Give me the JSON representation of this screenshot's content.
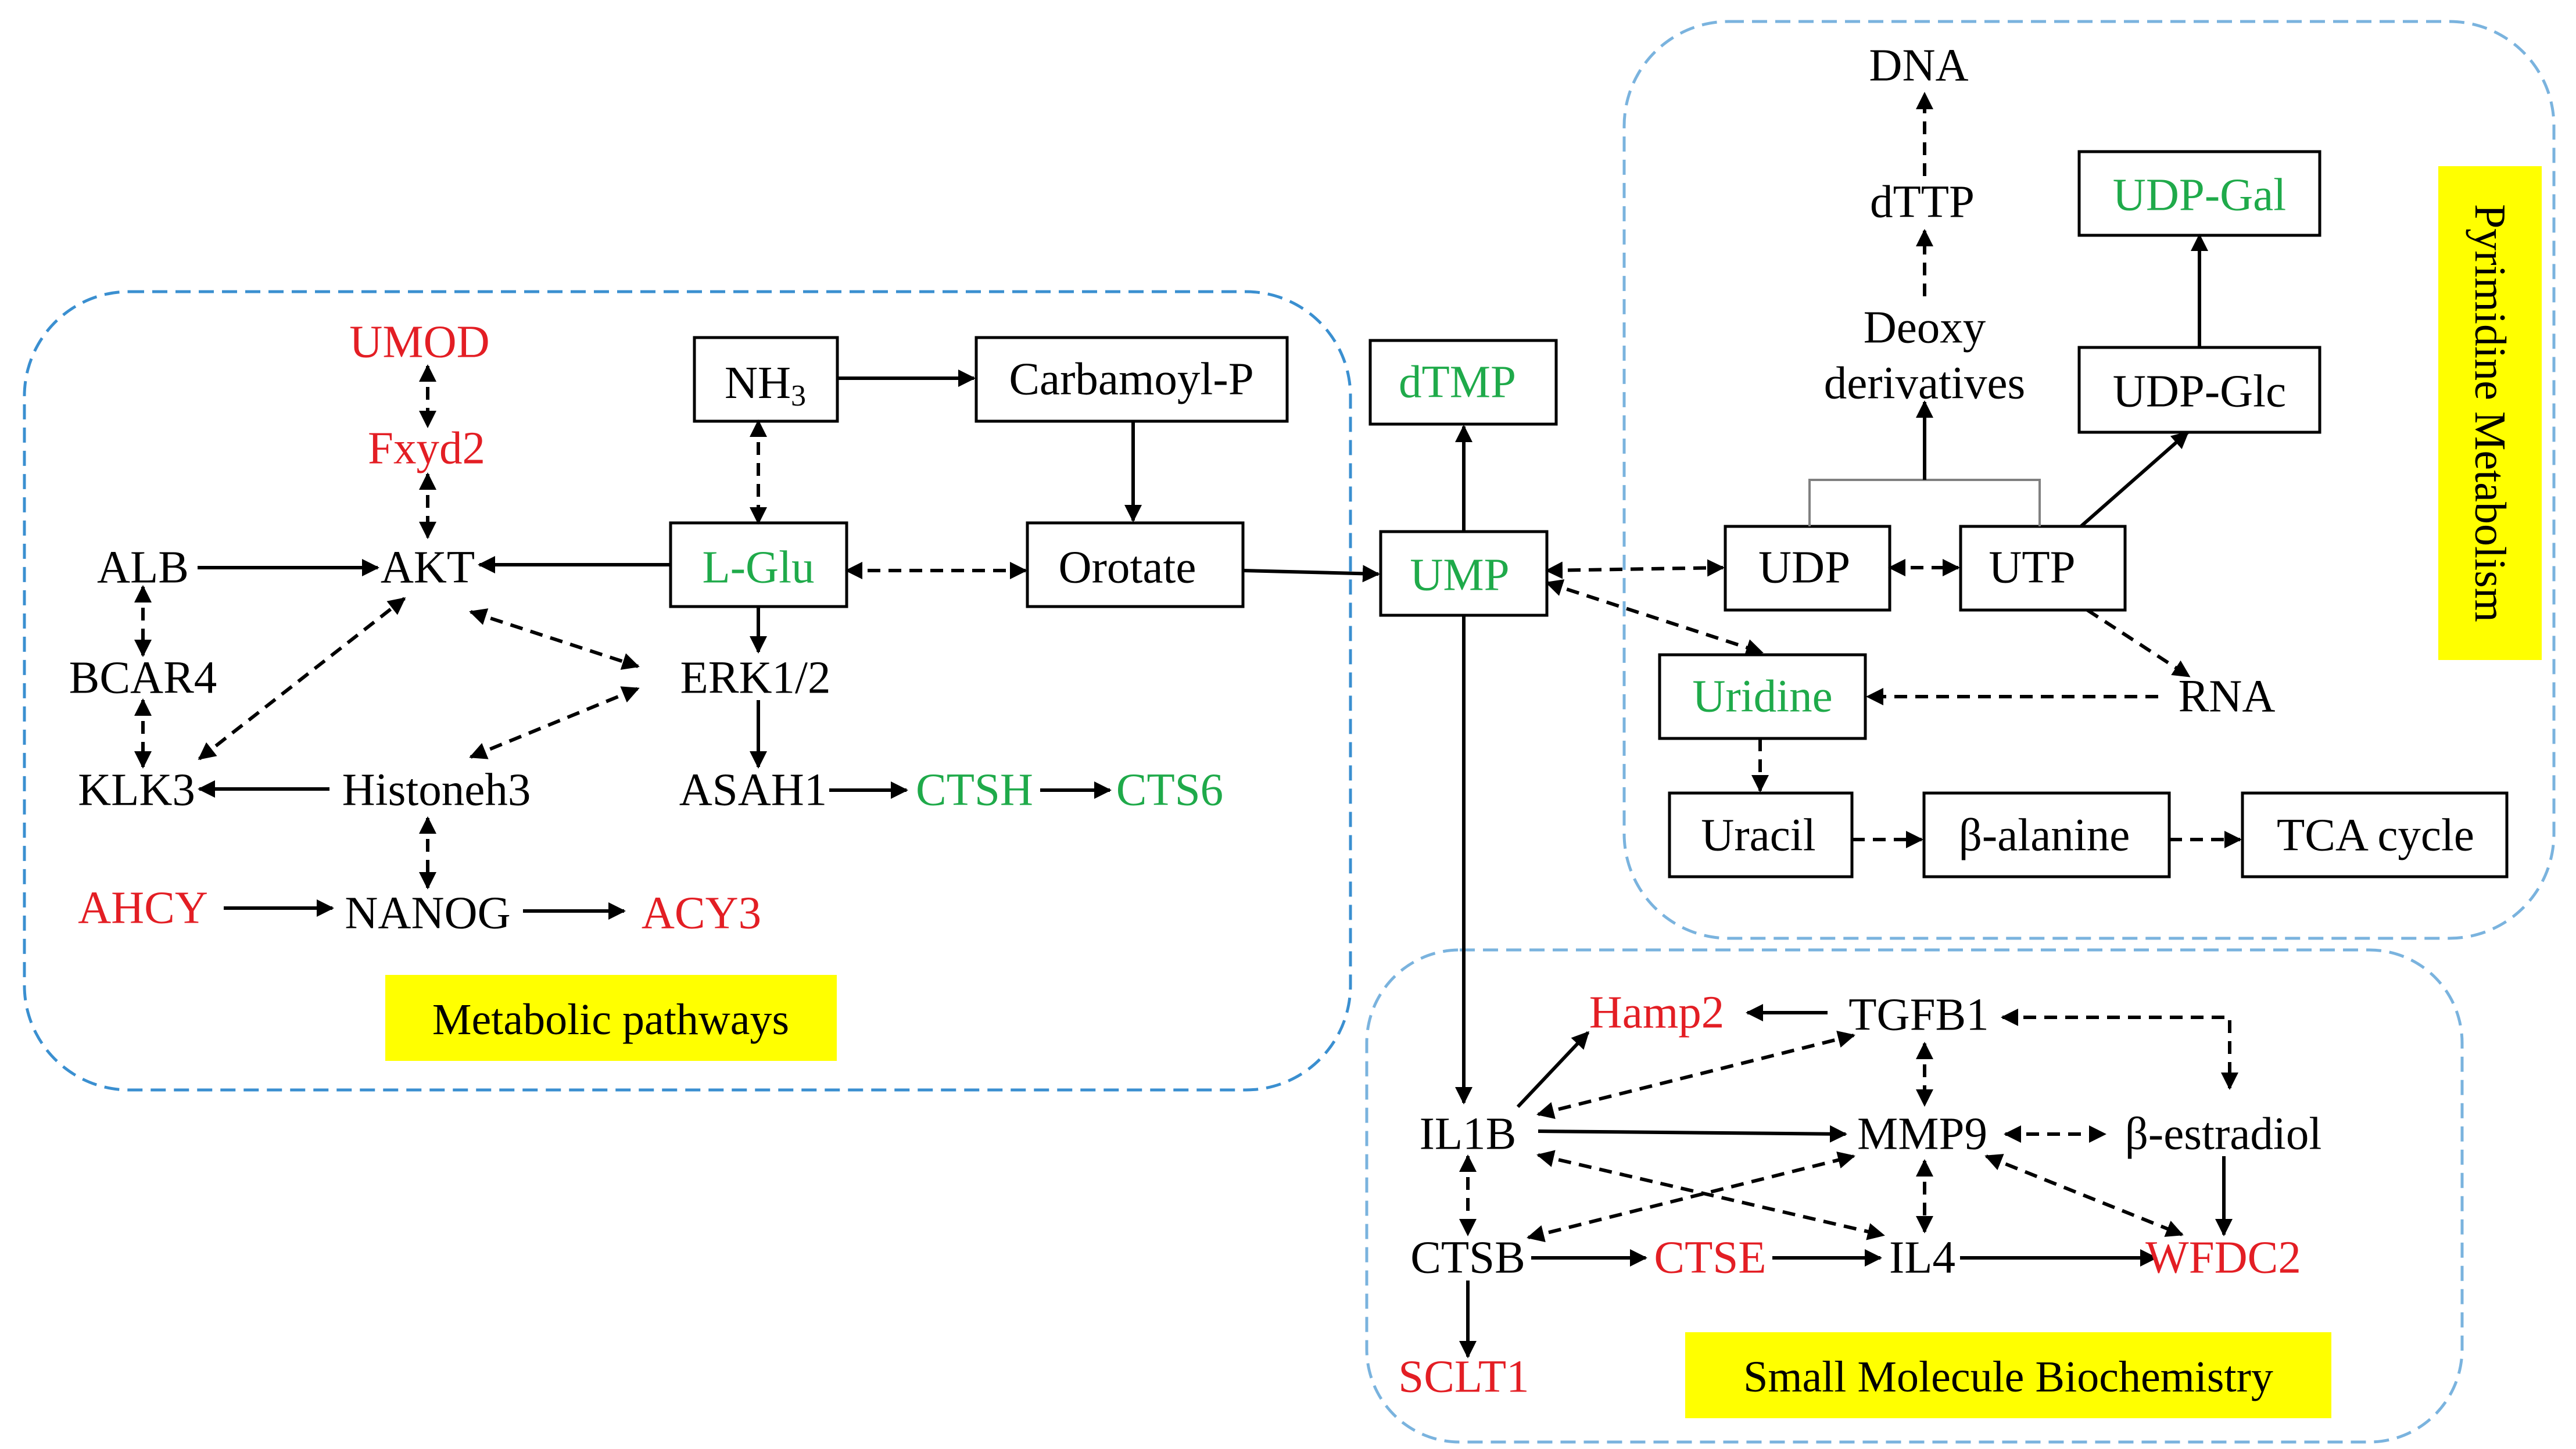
{
  "colors": {
    "black": "#000000",
    "red": "#e31e24",
    "green": "#1faa4a",
    "region_blue": "#3a8fd0",
    "region_light": "#7ab3de",
    "highlight": "#ffff00"
  },
  "regions": {
    "metabolic": "Metabolic pathways",
    "pyrimidine": "Pyrimidine Metabolism",
    "small_molecule": "Small Molecule Biochemistry"
  },
  "nodes": {
    "umod": "UMOD",
    "fxyd2": "Fxyd2",
    "alb": "ALB",
    "akt": "AKT",
    "bcar4": "BCAR4",
    "klk3": "KLK3",
    "histoneh3": "Histoneh3",
    "ahcy": "AHCY",
    "nanog": "NANOG",
    "acy3": "ACY3",
    "nh3": "NH",
    "nh3_sub": "3",
    "carbamoyl": "Carbamoyl-P",
    "lglu": "L-Glu",
    "orotate": "Orotate",
    "erk": "ERK1/2",
    "asah1": "ASAH1",
    "ctsh": "CTSH",
    "cts6": "CTS6",
    "dtmp": "dTMP",
    "ump": "UMP",
    "dna": "DNA",
    "dttp": "dTTP",
    "deoxy1": "Deoxy",
    "deoxy2": "derivatives",
    "udpgal": "UDP-Gal",
    "udpglc": "UDP-Glc",
    "udp": "UDP",
    "utp": "UTP",
    "uridine": "Uridine",
    "rna": "RNA",
    "uracil": "Uracil",
    "balanine": "β-alanine",
    "tca": "TCA cycle",
    "hamp2": "Hamp2",
    "tgfb1": "TGFB1",
    "il1b": "IL1B",
    "mmp9": "MMP9",
    "bestradiol": "β-estradiol",
    "ctsb": "CTSB",
    "ctse": "CTSE",
    "il4": "IL4",
    "wfdc2": "WFDC2",
    "sclt1": "SCLT1"
  }
}
